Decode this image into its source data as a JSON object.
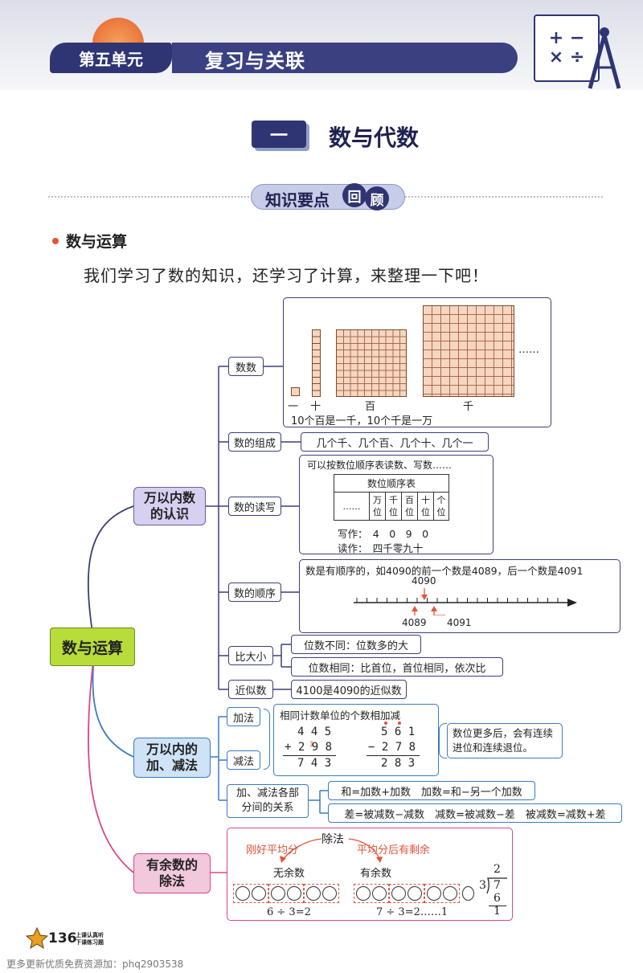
{
  "header": {
    "unit": "第五单元",
    "title": "复习与关联",
    "icon_symbols": "+ − × ÷"
  },
  "section": {
    "num": "一",
    "title": "数与代数"
  },
  "review_banner": {
    "text": "知识要点",
    "badge1": "回",
    "badge2": "顾"
  },
  "topic": {
    "title": "数与运算",
    "intro": "我们学习了数的知识，还学习了计算，来整理一下吧！"
  },
  "mindmap": {
    "root": "数与运算",
    "cat1": "万以内数的认识",
    "cat2": "万以内的加、减法",
    "cat3": "有余数的除法",
    "count": {
      "label": "数数",
      "units": [
        "一",
        "十",
        "百",
        "千"
      ],
      "ellipsis": "……",
      "note": "10个百是一千，10个千是一万"
    },
    "compose": {
      "label": "数的组成",
      "text": "几个千、几个百、几个十、几个一"
    },
    "readwrite": {
      "label": "数的读写",
      "intro": "可以按数位顺序表读数、写数……",
      "table_title": "数位顺序表",
      "cells": [
        "……",
        "万位",
        "千位",
        "百位",
        "十位",
        "个位"
      ],
      "write": "写作：　4　0　9　0",
      "read": "读作：　四千零九十"
    },
    "order": {
      "label": "数的顺序",
      "text": "数是有顺序的，如4090的前一个数是4089，后一个数是4091",
      "n_center": "4090",
      "n_prev": "4089",
      "n_next": "4091"
    },
    "compare": {
      "label": "比大小",
      "rule1": "位数不同：位数多的大",
      "rule2": "位数相同：比首位，首位相同，依次比"
    },
    "approx": {
      "label": "近似数",
      "text": "4100是4090的近似数"
    },
    "add": {
      "label": "加法",
      "header": "相同计数单位的个数相加减",
      "a1": "4 4 5",
      "a2": "+ 2 9 8",
      "a3": "7 4 3",
      "carry": "1"
    },
    "sub": {
      "label": "减法",
      "s1": "5 6 1",
      "s2": "− 2 7 8",
      "s3": "2 8 3"
    },
    "carry_note": "数位更多后，会有连续进位和连续退位。",
    "relation": {
      "label": "加、减法各部分间的关系",
      "r1": "和=加数+加数　加数=和−另一个加数",
      "r2": "差=被减数−减数　减数=被减数−差　被减数=减数+差"
    },
    "division": {
      "top": "除法",
      "left_tag": "刚好平均分",
      "right_tag": "平均分后有剩余",
      "no_rem": "无余数",
      "has_rem": "有余数",
      "eq1": "6 ÷ 3=2",
      "eq2": "7 ÷ 3=2……1",
      "ld_quot": "2",
      "ld_div": "3",
      "ld_dvd": "7",
      "ld_prod": "6",
      "ld_rem": "1"
    }
  },
  "footer": {
    "page": "136",
    "slogan1": "上课认真听",
    "slogan2": "下课练习题",
    "watermark": "更多更新优质免费资源加：phq2903538"
  },
  "colors": {
    "navy": "#2f3573",
    "lavender": "#d8d0f0",
    "green": "#b8dc3a",
    "pink": "#f2c8dc",
    "orange": "#e2543a",
    "grid": "#f6d6c0"
  }
}
